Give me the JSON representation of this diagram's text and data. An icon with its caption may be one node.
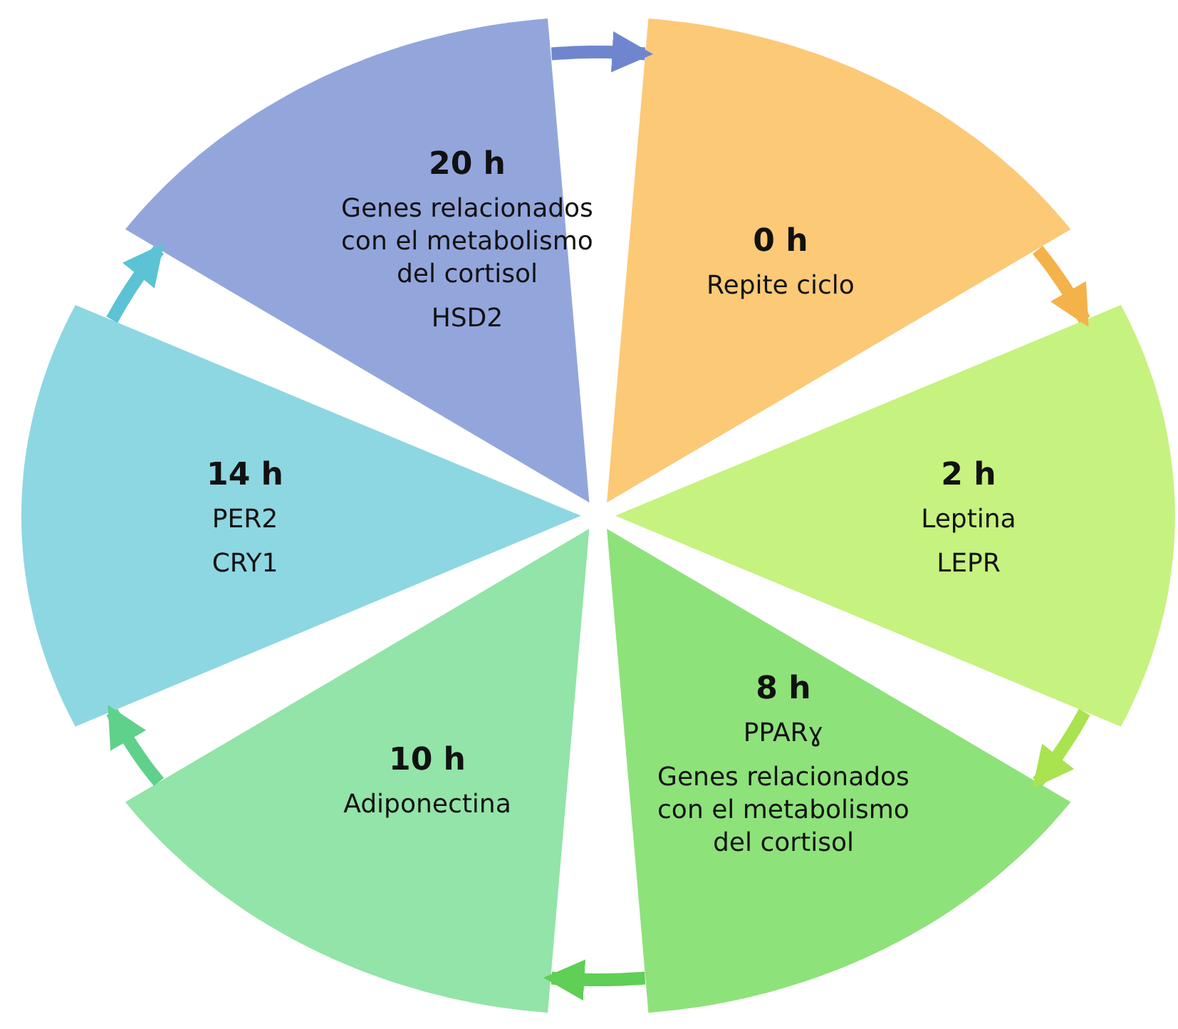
{
  "diagram": {
    "nodes": [
      {
        "text": [
          "0 h",
          "Repite ciclo"
        ]
      },
      {
        "text": [
          "2 h",
          "Leptina",
          "LEPR"
        ]
      },
      {
        "text": [
          "8 h",
          "PPARɣ",
          "Genes relacionados con el metabolismo del cortisol"
        ]
      },
      {
        "text": [
          "10 h",
          "Adiponectina"
        ]
      },
      {
        "text": [
          "14 h",
          "PER2",
          "CRY1"
        ]
      },
      {
        "text": [
          "20 h",
          "Genes relacionados con el metabolismo del cortisol",
          "HSD2"
        ]
      }
    ],
    "edges": [
      {
        "from": 0,
        "to": 1,
        "arrow": "to",
        "color": "#f4b24a"
      },
      {
        "from": 1,
        "to": 2,
        "arrow": "to",
        "color": "#a9e34f"
      },
      {
        "from": 2,
        "to": 3,
        "arrow": "to",
        "color": "#5fcf55"
      },
      {
        "from": 3,
        "to": 4,
        "arrow": "to",
        "color": "#5fd18a"
      },
      {
        "from": 4,
        "to": 5,
        "arrow": "to",
        "color": "#5bc3d3"
      },
      {
        "from": 5,
        "to": 0,
        "arrow": "to",
        "color": "#6f86cf"
      }
    ]
  }
}
